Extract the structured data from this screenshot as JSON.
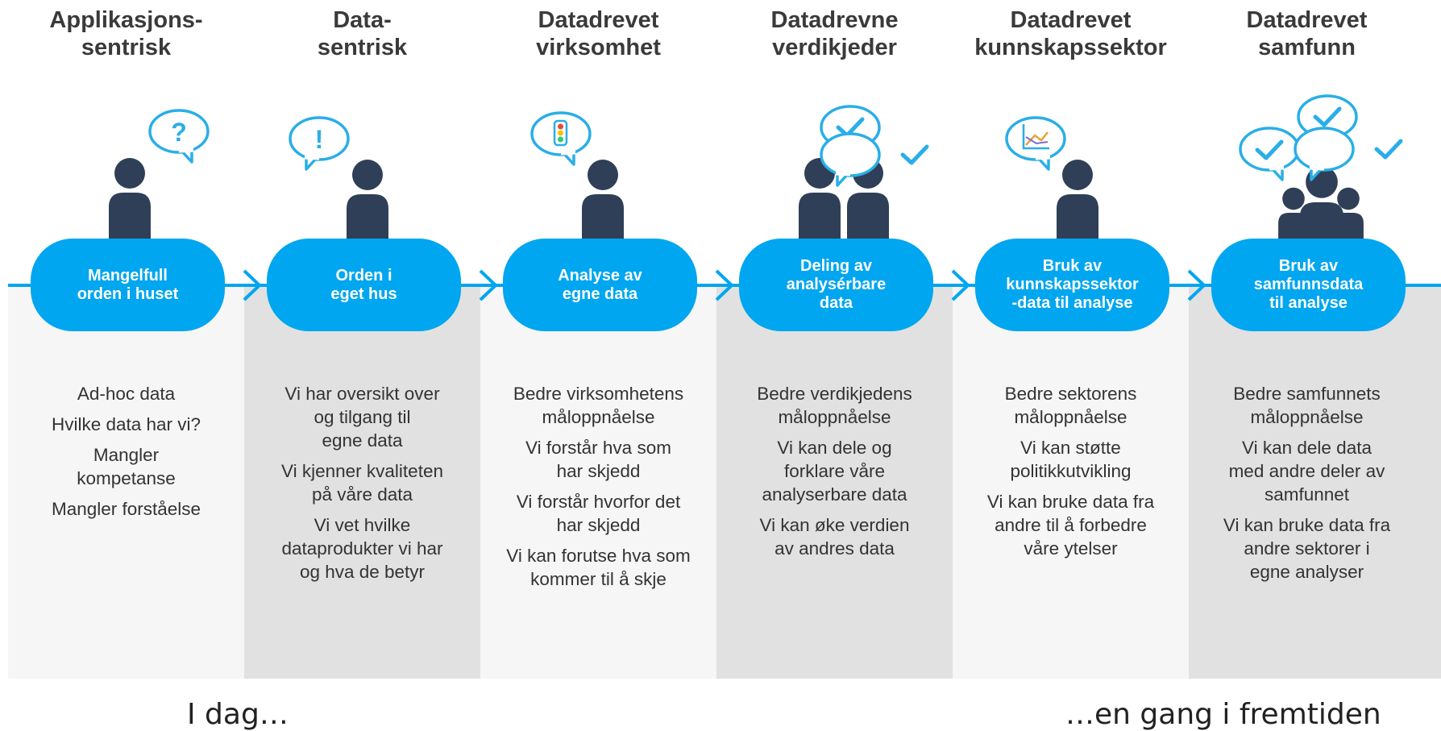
{
  "stages": [
    {
      "title": [
        "Applikasjons-",
        "sentrisk"
      ],
      "pill": "Mangelfull\norden i huset",
      "lines": [
        "Ad-hoc data",
        "Hvilke data har vi?",
        "Mangler\nkompetanse",
        "Mangler forståelse"
      ]
    },
    {
      "title": [
        "Data-",
        "sentrisk"
      ],
      "pill": "Orden i\neget hus",
      "lines": [
        "Vi har oversikt over\nog tilgang til\negne data",
        "Vi kjenner kvaliteten\npå våre data",
        "Vi vet hvilke\ndataprodukter vi har\nog hva de betyr"
      ]
    },
    {
      "title": [
        "Datadrevet",
        "virksomhet"
      ],
      "pill": "Analyse av\negne data",
      "lines": [
        "Bedre virksomhetens\nmåloppnåelse",
        "Vi forstår hva som\nhar skjedd",
        "Vi forstår hvorfor det\nhar skjedd",
        "Vi kan forutse hva som\nkommer til å skje"
      ]
    },
    {
      "title": [
        "Datadrevne",
        "verdikjeder"
      ],
      "pill": "Deling av\nanalysérbare\ndata",
      "lines": [
        "Bedre verdikjedens\nmåloppnåelse",
        "Vi kan dele og\nforklare våre\nanalyserbare data",
        "Vi kan øke verdien\nav andres data"
      ]
    },
    {
      "title": [
        "Datadrevet",
        "kunnskapssektor"
      ],
      "pill": "Bruk av\nkunnskapssektor\n-data til analyse",
      "lines": [
        "Bedre sektorens\nmåloppnåelse",
        "Vi kan støtte\npolitikkutvikling",
        "Vi kan bruke data fra\nandre til å forbedre\nvåre ytelser"
      ]
    },
    {
      "title": [
        "Datadrevet",
        "samfunn"
      ],
      "pill": "Bruk av\nsamfunnsdata\ntil analyse",
      "lines": [
        "Bedre samfunnets\nmåloppnåelse",
        "Vi kan dele data\nmed andre deler av\nsamfunnet",
        "Vi kan bruke data fra\nandre sektorer i\negne analyser"
      ]
    }
  ],
  "footer": {
    "left": "I dag…",
    "right": "…en gang i fremtiden"
  },
  "colors": {
    "accent": "#00a6ef",
    "person": "#2f3f57",
    "bubble_stroke": "#29aee8"
  }
}
